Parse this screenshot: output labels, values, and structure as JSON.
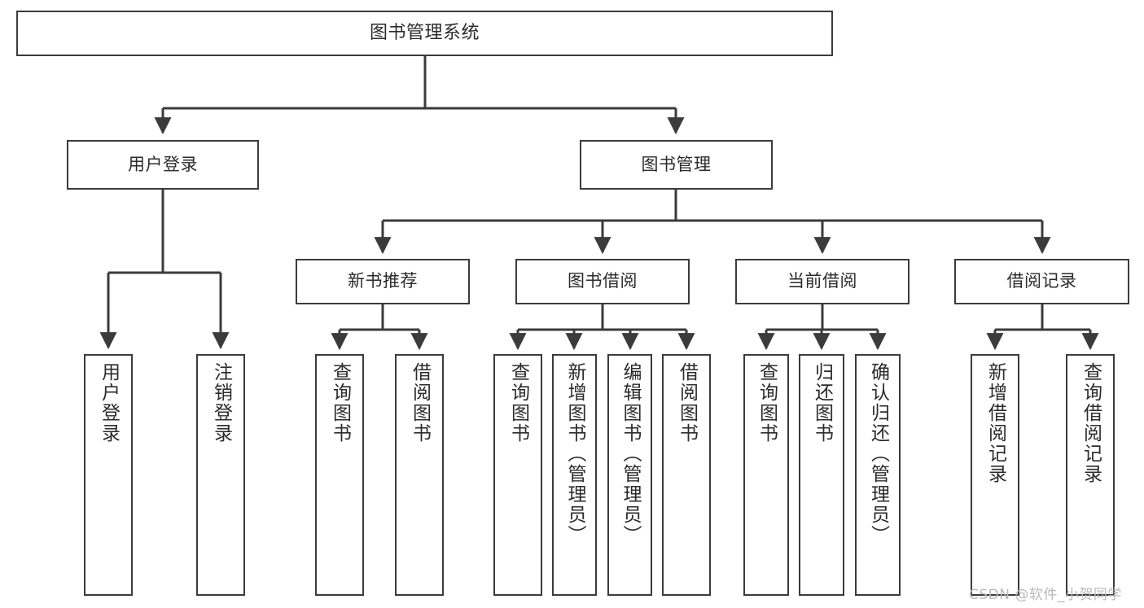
{
  "diagram": {
    "title": "图书管理系统",
    "type": "hierarchy-tree",
    "nodes": {
      "root": {
        "label": "图书管理系统"
      },
      "level1": [
        {
          "id": "user-login",
          "label": "用户登录"
        },
        {
          "id": "book-management",
          "label": "图书管理"
        }
      ],
      "level2": [
        {
          "id": "new-book-recommend",
          "label": "新书推荐",
          "parent": "book-management"
        },
        {
          "id": "book-borrow",
          "label": "图书借阅",
          "parent": "book-management"
        },
        {
          "id": "current-borrow",
          "label": "当前借阅",
          "parent": "book-management"
        },
        {
          "id": "borrow-record",
          "label": "借阅记录",
          "parent": "book-management"
        }
      ],
      "leaves": [
        {
          "id": "leaf-user-login",
          "label": "用户登录",
          "parent": "user-login"
        },
        {
          "id": "leaf-logout-login",
          "label": "注销登录",
          "parent": "user-login"
        },
        {
          "id": "leaf-query-book-1",
          "label": "查询图书",
          "parent": "new-book-recommend"
        },
        {
          "id": "leaf-borrow-book-1",
          "label": "借阅图书",
          "parent": "new-book-recommend"
        },
        {
          "id": "leaf-query-book-2",
          "label": "查询图书",
          "parent": "book-borrow"
        },
        {
          "id": "leaf-add-book",
          "label": "新增图书（管理员）",
          "parent": "book-borrow"
        },
        {
          "id": "leaf-edit-book",
          "label": "编辑图书（管理员）",
          "parent": "book-borrow"
        },
        {
          "id": "leaf-borrow-book-2",
          "label": "借阅图书",
          "parent": "book-borrow"
        },
        {
          "id": "leaf-query-book-3",
          "label": "查询图书",
          "parent": "current-borrow"
        },
        {
          "id": "leaf-return-book",
          "label": "归还图书",
          "parent": "current-borrow"
        },
        {
          "id": "leaf-confirm-return",
          "label": "确认归还（管理员）",
          "parent": "current-borrow"
        },
        {
          "id": "leaf-add-record",
          "label": "新增借阅记录",
          "parent": "borrow-record"
        },
        {
          "id": "leaf-query-record",
          "label": "查询借阅记录",
          "parent": "borrow-record"
        }
      ]
    },
    "colors": {
      "box_border": "#3b3b3b",
      "box_fill": "#ffffff",
      "connector": "#3b3b3b",
      "text": "#2b2b2b",
      "watermark": "#b9b9b9",
      "background": "#ffffff"
    }
  },
  "watermark": {
    "text": "CSDN @软件_小贺同学"
  }
}
